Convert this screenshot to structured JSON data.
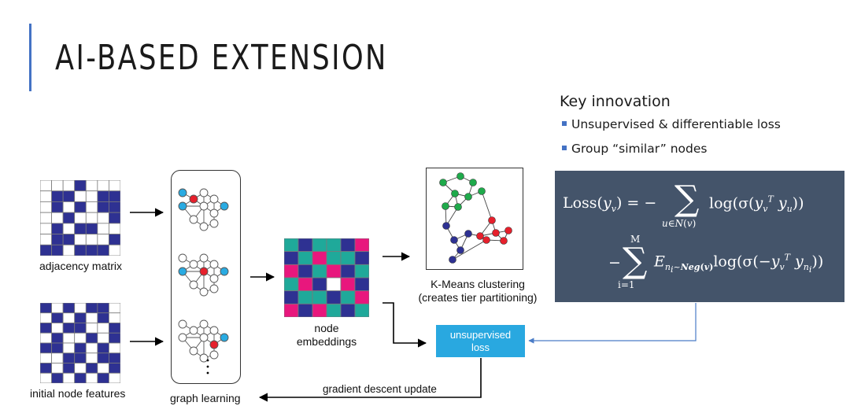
{
  "title": "AI-BASED EXTENSION",
  "key_innovation": {
    "heading": "Key innovation",
    "bullets": [
      "Unsupervised & differentiable loss",
      "Group “similar” nodes"
    ]
  },
  "formula": {
    "line1_left": "Loss(y_v) = −",
    "sum1_sub": "u∈N(v)",
    "line1_right": "log(σ(y_v^T y_u))",
    "sum2_top": "M",
    "sum2_bottom": "i=1",
    "line2_minus": "−",
    "line2_right": "E_{n_i~Neg(v)} log(σ(−y_v^T y_{n_i}))"
  },
  "labels": {
    "adjacency_matrix": "adjacency matrix",
    "initial_node_features": "initial node features",
    "graph_learning": "graph learning",
    "node_embeddings_1": "node",
    "node_embeddings_2": "embeddings",
    "kmeans_1": "K-Means clustering",
    "kmeans_2": "(creates tier partitioning)",
    "unsupervised_loss_1": "unsupervised",
    "unsupervised_loss_2": "loss",
    "gradient_update": "gradient descent update"
  },
  "colors": {
    "accent": "#4472c4",
    "matrix_dark": "#2e3192",
    "teal": "#1fa99a",
    "magenta": "#e8177d",
    "node_blue": "#29abe2",
    "node_red": "#e6202c",
    "node_green": "#1faa4b",
    "node_navy": "#2e3192",
    "formula_bg": "#44546a",
    "loss_box": "#29a8e0"
  },
  "adjacency_grid": [
    [
      0,
      0,
      0,
      1,
      0,
      0,
      0
    ],
    [
      0,
      1,
      1,
      0,
      0,
      1,
      1
    ],
    [
      0,
      1,
      0,
      1,
      0,
      1,
      1
    ],
    [
      0,
      0,
      1,
      0,
      0,
      0,
      1
    ],
    [
      0,
      1,
      0,
      1,
      1,
      0,
      0
    ],
    [
      0,
      1,
      1,
      0,
      0,
      0,
      1
    ],
    [
      1,
      1,
      0,
      1,
      1,
      1,
      0
    ]
  ],
  "features_grid": [
    [
      1,
      0,
      1,
      0,
      1,
      1,
      0
    ],
    [
      0,
      1,
      0,
      1,
      0,
      1,
      0
    ],
    [
      1,
      0,
      1,
      1,
      0,
      0,
      1
    ],
    [
      0,
      1,
      0,
      0,
      1,
      0,
      1
    ],
    [
      1,
      1,
      0,
      1,
      0,
      1,
      0
    ],
    [
      0,
      0,
      1,
      1,
      0,
      1,
      1
    ],
    [
      1,
      0,
      1,
      0,
      1,
      0,
      1
    ],
    [
      0,
      1,
      0,
      1,
      0,
      1,
      0
    ]
  ],
  "embedding_grid": [
    [
      "t",
      "n",
      "t",
      "t",
      "n",
      "m"
    ],
    [
      "n",
      "t",
      "m",
      "t",
      "t",
      "n"
    ],
    [
      "m",
      "n",
      "t",
      "m",
      "n",
      "t"
    ],
    [
      "t",
      "m",
      "n",
      "w",
      "m",
      "n"
    ],
    [
      "n",
      "t",
      "t",
      "n",
      "t",
      "m"
    ],
    [
      "m",
      "n",
      "m",
      "t",
      "n",
      "t"
    ]
  ]
}
